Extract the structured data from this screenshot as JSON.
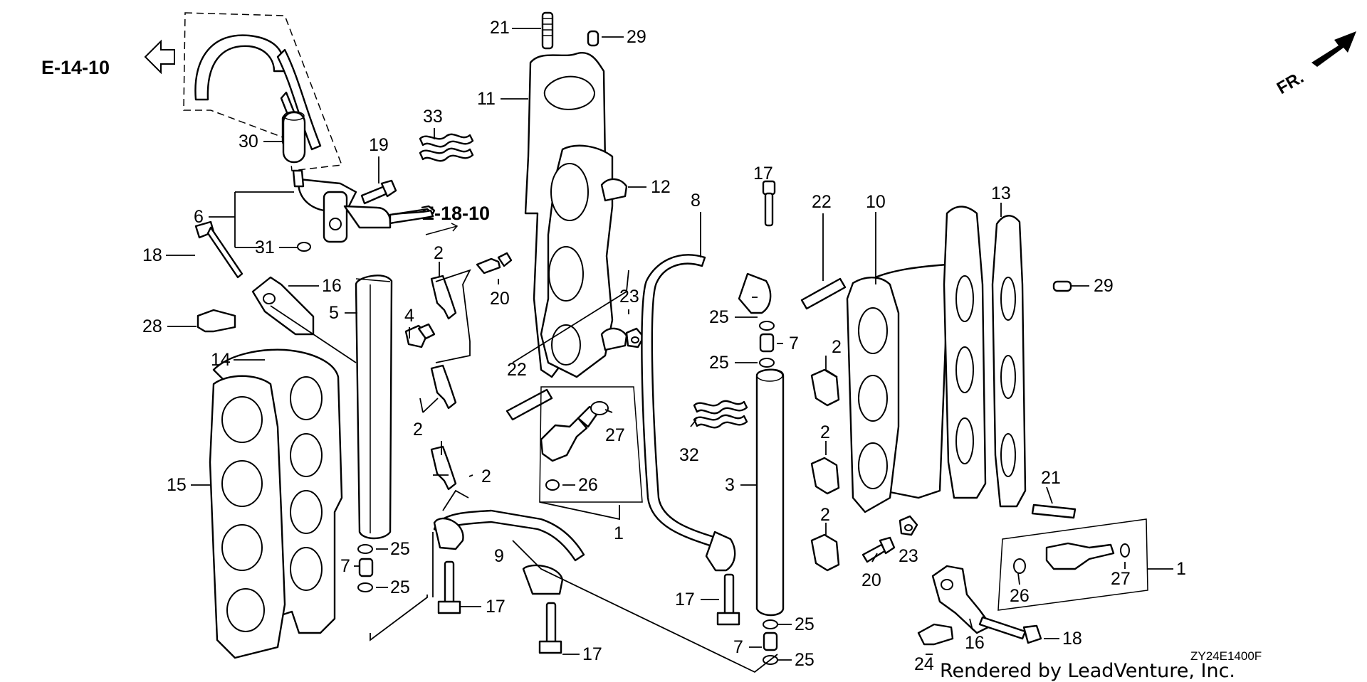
{
  "diagram": {
    "ref_left": "E-14-10",
    "ref_mid": "E-18-10",
    "front_label": "FR.",
    "drawing_code": "ZY24E1400F",
    "credit": "Rendered by LeadVenture, Inc.",
    "callouts": {
      "c21a": "21",
      "c29a": "29",
      "c11": "11",
      "c33": "33",
      "c30": "30",
      "c19": "19",
      "c12": "12",
      "c6": "6",
      "c31": "31",
      "c18a": "18",
      "c16a": "16",
      "c5": "5",
      "c4": "4",
      "c2a": "2",
      "c20a": "20",
      "c28": "28",
      "c14": "14",
      "c2b": "2",
      "c2c": "2",
      "c22a": "22",
      "c23a": "23",
      "c27a": "27",
      "c26a": "26",
      "c1a": "1",
      "c15": "15",
      "c25a": "25",
      "c7a": "7",
      "c25b": "25",
      "c9": "9",
      "c17a": "17",
      "c17b": "17",
      "c8": "8",
      "c17c": "17",
      "c25c": "25",
      "c7b": "7",
      "c25d": "25",
      "c32": "32",
      "c3": "3",
      "c17d": "17",
      "c25e": "25",
      "c7c": "7",
      "c25f": "25",
      "c22b": "22",
      "c10": "10",
      "c2d": "2",
      "c2e": "2",
      "c2f": "2",
      "c23b": "23",
      "c20b": "20",
      "c13": "13",
      "c29b": "29",
      "c21b": "21",
      "c1b": "1",
      "c26b": "26",
      "c27b": "27",
      "c16b": "16",
      "c18b": "18",
      "c24": "24"
    }
  }
}
